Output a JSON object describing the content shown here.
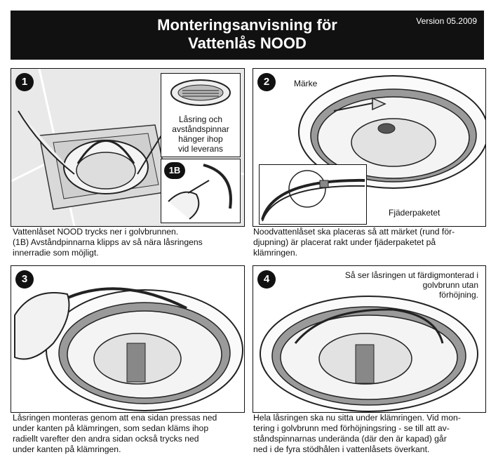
{
  "header": {
    "title_line1": "Monteringsanvisning för",
    "title_line2": "Vattenlås NOOD",
    "version": "Version 05.2009"
  },
  "steps": [
    {
      "badge": "1",
      "inset_text": [
        "Låsring och",
        "avståndspinnar",
        "hänger ihop",
        "vid leverans"
      ],
      "sub_badge": "1B",
      "caption": [
        "Vattenlåset NOOD trycks ner i golvbrunnen.",
        "(1B) Avståndpinnarna klipps av så nära låsringens",
        "innerradie som möjligt."
      ]
    },
    {
      "badge": "2",
      "label_marke": "Märke",
      "label_fjader": "Fjäderpaketet",
      "caption": [
        "Noodvattenlåset ska placeras så att märket (rund för-",
        "djupning) är placerat rakt under fjäderpaketet på",
        "klämringen."
      ]
    },
    {
      "badge": "3",
      "caption": [
        "Låsringen monteras genom att ena sidan pressas ned",
        "under kanten på klämringen, som sedan kläms ihop",
        "radiellt varefter den andra sidan också trycks ned",
        "under kanten på klämringen."
      ]
    },
    {
      "badge": "4",
      "note": [
        "Så ser låsringen ut färdigmonterad i",
        "golvbrunn utan",
        "förhöjning."
      ],
      "caption": [
        "Hela låsringen ska nu sitta under klämringen. Vid mon-",
        "tering i golvbrunn med förhöjningsring - se till att av-",
        "ståndspinnarnas underända (där den är kapad) går",
        "ned i de fyra stödhålen i vattenlåsets överkant."
      ]
    }
  ]
}
